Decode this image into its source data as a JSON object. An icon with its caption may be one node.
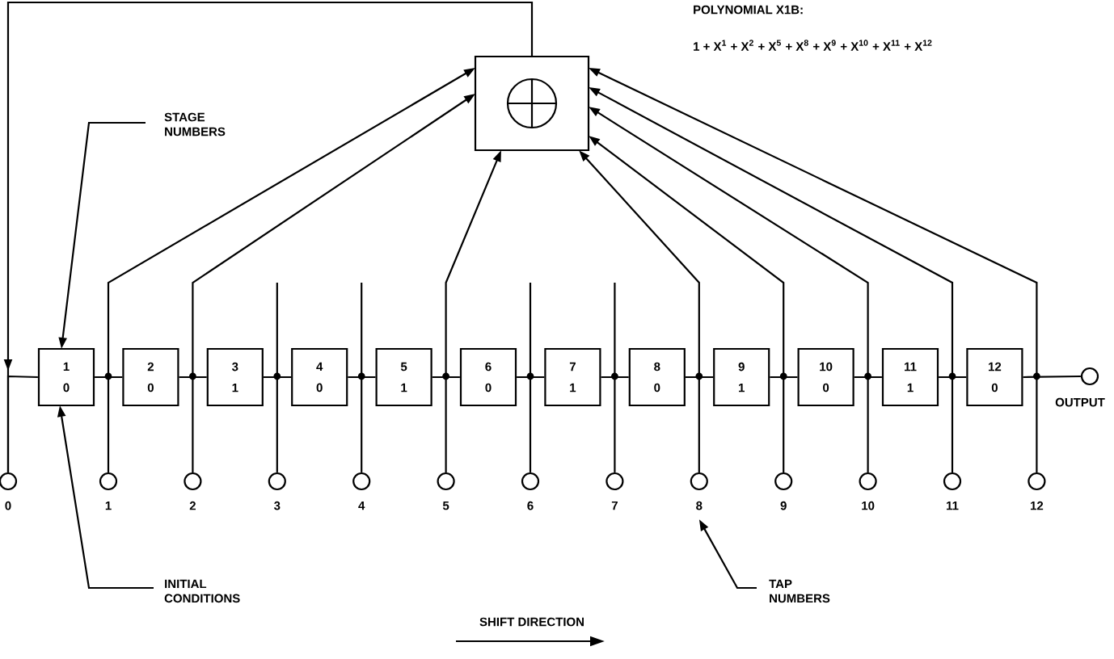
{
  "diagram": {
    "nodes": [
      {
        "text": [],
        "shape": "box"
      },
      {
        "text": [
          "STAGE NUMBERS"
        ]
      },
      {
        "text": [
          "1",
          "0"
        ]
      },
      {
        "text": [
          "2",
          "0"
        ]
      },
      {
        "text": [
          "3",
          "1"
        ]
      },
      {
        "text": [
          "4",
          "0"
        ]
      },
      {
        "text": [
          "5",
          "1"
        ]
      },
      {
        "text": [
          "6",
          "0"
        ]
      },
      {
        "text": [
          "7",
          "1"
        ]
      },
      {
        "text": [
          "8",
          "0"
        ]
      },
      {
        "text": [
          "9",
          "1"
        ]
      },
      {
        "text": [
          "10",
          "0"
        ]
      },
      {
        "text": [
          "11",
          "1"
        ]
      },
      {
        "text": [
          "12",
          "0"
        ]
      },
      {
        "text": [
          "OUTPUT"
        ]
      },
      {
        "text": [
          "0"
        ]
      },
      {
        "text": [
          "1"
        ]
      },
      {
        "text": [
          "2"
        ]
      },
      {
        "text": [
          "3"
        ]
      },
      {
        "text": [
          "4"
        ]
      },
      {
        "text": [
          "5"
        ]
      },
      {
        "text": [
          "6"
        ]
      },
      {
        "text": [
          "7"
        ]
      },
      {
        "text": [
          "8"
        ]
      },
      {
        "text": [
          "9"
        ]
      },
      {
        "text": [
          "10"
        ]
      },
      {
        "text": [
          "11"
        ]
      },
      {
        "text": [
          "12"
        ]
      },
      {
        "text": [
          "INITIAL CONDITIONS"
        ]
      },
      {
        "text": [
          "TAP NUMBERS"
        ]
      }
    ],
    "edges": [
      {
        "from": 0,
        "to": 15,
        "arrow": "to"
      },
      {
        "from": 15,
        "to": 2,
        "arrow": "none"
      },
      {
        "from": 2,
        "to": 3,
        "arrow": "none"
      },
      {
        "from": 3,
        "to": 4,
        "arrow": "none"
      },
      {
        "from": 4,
        "to": 5,
        "arrow": "none"
      },
      {
        "from": 5,
        "to": 6,
        "arrow": "none"
      },
      {
        "from": 6,
        "to": 7,
        "arrow": "none"
      },
      {
        "from": 7,
        "to": 8,
        "arrow": "none"
      },
      {
        "from": 8,
        "to": 9,
        "arrow": "none"
      },
      {
        "from": 9,
        "to": 10,
        "arrow": "none"
      },
      {
        "from": 10,
        "to": 11,
        "arrow": "none"
      },
      {
        "from": 11,
        "to": 12,
        "arrow": "none"
      },
      {
        "from": 12,
        "to": 13,
        "arrow": "none"
      },
      {
        "from": 13,
        "to": 14,
        "arrow": "none"
      },
      {
        "from": 16,
        "to": 0,
        "arrow": "to"
      },
      {
        "from": 17,
        "to": 0,
        "arrow": "to"
      },
      {
        "from": 20,
        "to": 0,
        "arrow": "to"
      },
      {
        "from": 23,
        "to": 0,
        "arrow": "to"
      },
      {
        "from": 24,
        "to": 0,
        "arrow": "to"
      },
      {
        "from": 25,
        "to": 0,
        "arrow": "to"
      },
      {
        "from": 26,
        "to": 0,
        "arrow": "to"
      },
      {
        "from": 27,
        "to": 0,
        "arrow": "to"
      },
      {
        "from": 1,
        "to": 2,
        "arrow": "to"
      },
      {
        "from": 28,
        "to": 2,
        "arrow": "to"
      },
      {
        "from": 29,
        "to": 23,
        "arrow": "to"
      }
    ],
    "labels": [
      "POLYNOMIAL X1B:",
      "1 + X$^{1}$ + X$^{2}$ + X$^{5}$ + X$^{8}$ + X$^{9}$ + X$^{10}$ + X$^{11}$ + X$^{12}$",
      "SHIFT DIRECTION"
    ]
  }
}
